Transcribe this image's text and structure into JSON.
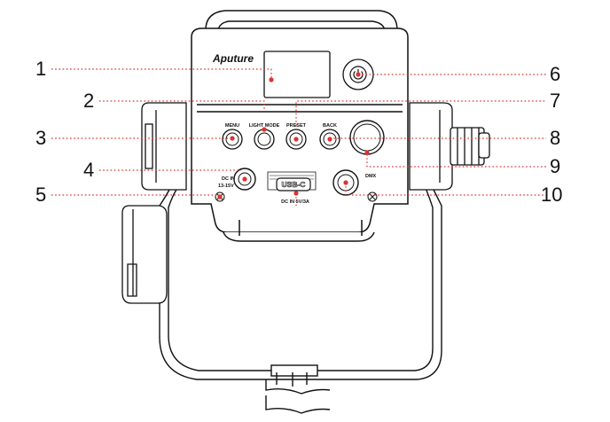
{
  "device": {
    "brand": "Aputure",
    "buttons": {
      "menu": "MENU",
      "light_mode": "LIGHT MODE",
      "preset": "PRESET",
      "back": "BACK"
    },
    "dc_in_line1": "DC IN",
    "dc_in_line2": "13-15V",
    "usb_label": "USB-C",
    "usb_caption": "DC IN 5V/3A",
    "dmx_label": "DMX"
  },
  "callouts": [
    "1",
    "2",
    "3",
    "4",
    "5",
    "6",
    "7",
    "8",
    "9",
    "10"
  ],
  "colors": {
    "leader": "#e0312f",
    "outline": "#111111"
  }
}
